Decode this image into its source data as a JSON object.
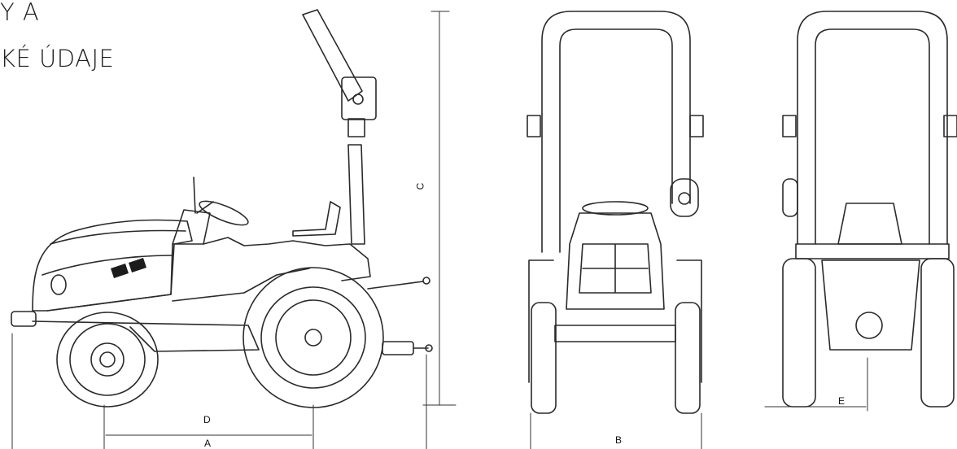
{
  "title": {
    "line1": "Y A",
    "line2": "KÉ ÚDAJE"
  },
  "dimension_labels": {
    "A": "A",
    "B": "B",
    "C": "C",
    "D": "D",
    "E": "E"
  },
  "colors": {
    "line": "#2a2a2a",
    "dimension": "#333333",
    "background": "#ffffff"
  }
}
